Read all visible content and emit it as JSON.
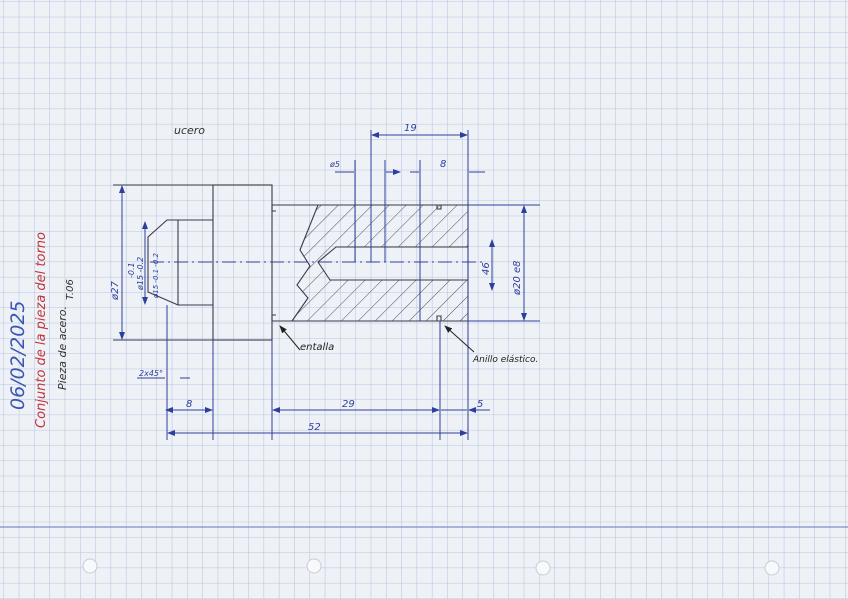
{
  "sheet": {
    "date": "06/02/2025",
    "title": "Conjunto de la pieza del torno",
    "subtitle": "Pieza de acero.",
    "code": "T.06",
    "material_note": "ucero"
  },
  "dimensions": {
    "outer_diameter": "ø27",
    "bore_diameter": "ø15 -0.1 -0.2",
    "bore_tol_upper": "-0.1",
    "bore_label": "ø15 -0.2",
    "chamfer": "2x45°",
    "length_19": "19",
    "hole_d5": "ø5",
    "length_8_top": "8",
    "inner_46": "46",
    "shaft_d20": "ø20 e8",
    "length_8_bottom": "8",
    "length_29": "29",
    "length_5": "5",
    "total_52": "52"
  },
  "callouts": {
    "groove": "entalla",
    "ring": "Anillo elástico."
  },
  "colors": {
    "paper": "#eef1f6",
    "grid": "#9fb3d9",
    "ink_blue": "#2d3f9c",
    "pencil": "#3a3a48",
    "red": "#c0343a"
  }
}
